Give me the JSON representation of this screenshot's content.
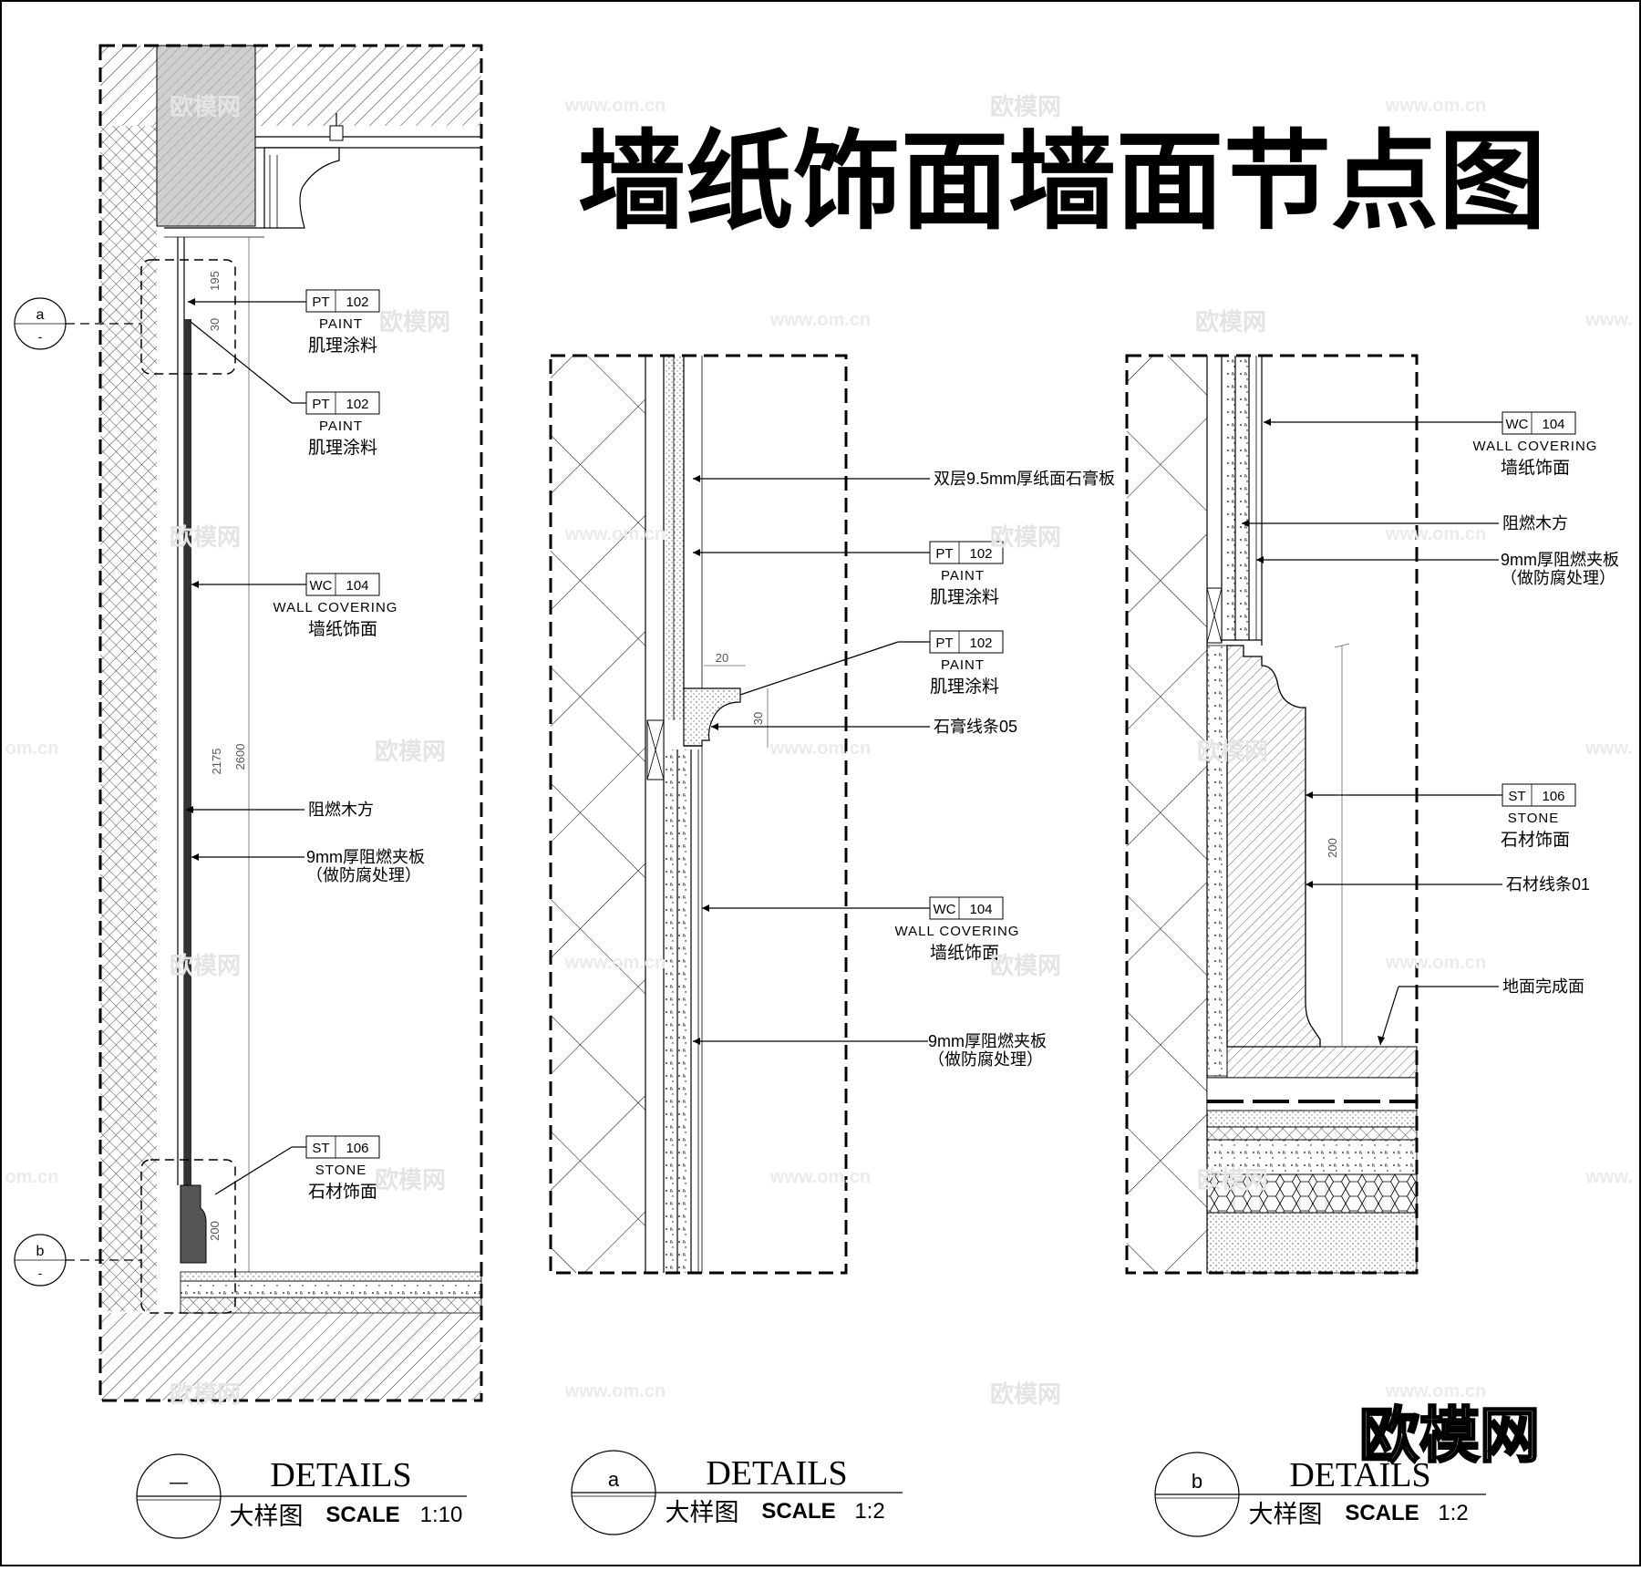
{
  "title": "墙纸饰面墙面节点图",
  "watermark": {
    "logo": "欧模网",
    "url": "www.om.cn",
    "url_partial_right": "www.",
    "url_partial_left": "om.cn"
  },
  "tags": {
    "paint": {
      "code": "PT",
      "num": "102",
      "en": "PAINT",
      "cn": "肌理涂料"
    },
    "wallcovering": {
      "code": "WC",
      "num": "104",
      "en": "WALL COVERING",
      "cn": "墙纸饰面"
    },
    "stone": {
      "code": "ST",
      "num": "106",
      "en": "STONE",
      "cn": "石材饰面"
    }
  },
  "labels": {
    "fire_wood": "阻燃木方",
    "plywood_line1": "9mm厚阻燃夹板",
    "plywood_line2": "（做防腐处理）",
    "gypsum_board": "双层9.5mm厚纸面石膏板",
    "gypsum_moulding": "石膏线条05",
    "stone_moulding": "石材线条01",
    "floor_finish": "地面完成面"
  },
  "dimensions": {
    "d195": "195",
    "d30": "30",
    "d2175": "2175",
    "d2600": "2600",
    "d200": "200",
    "d20": "20"
  },
  "callouts": {
    "a": "a",
    "b": "b",
    "sub": "-"
  },
  "details": [
    {
      "mark": "—",
      "title": "DETAILS",
      "cn": "大样图",
      "scale_label": "SCALE",
      "scale": "1:10"
    },
    {
      "mark": "a",
      "title": "DETAILS",
      "cn": "大样图",
      "scale_label": "SCALE",
      "scale": "1:2"
    },
    {
      "mark": "b",
      "title": "DETAILS",
      "cn": "大样图",
      "scale_label": "SCALE",
      "scale": "1:2"
    }
  ]
}
